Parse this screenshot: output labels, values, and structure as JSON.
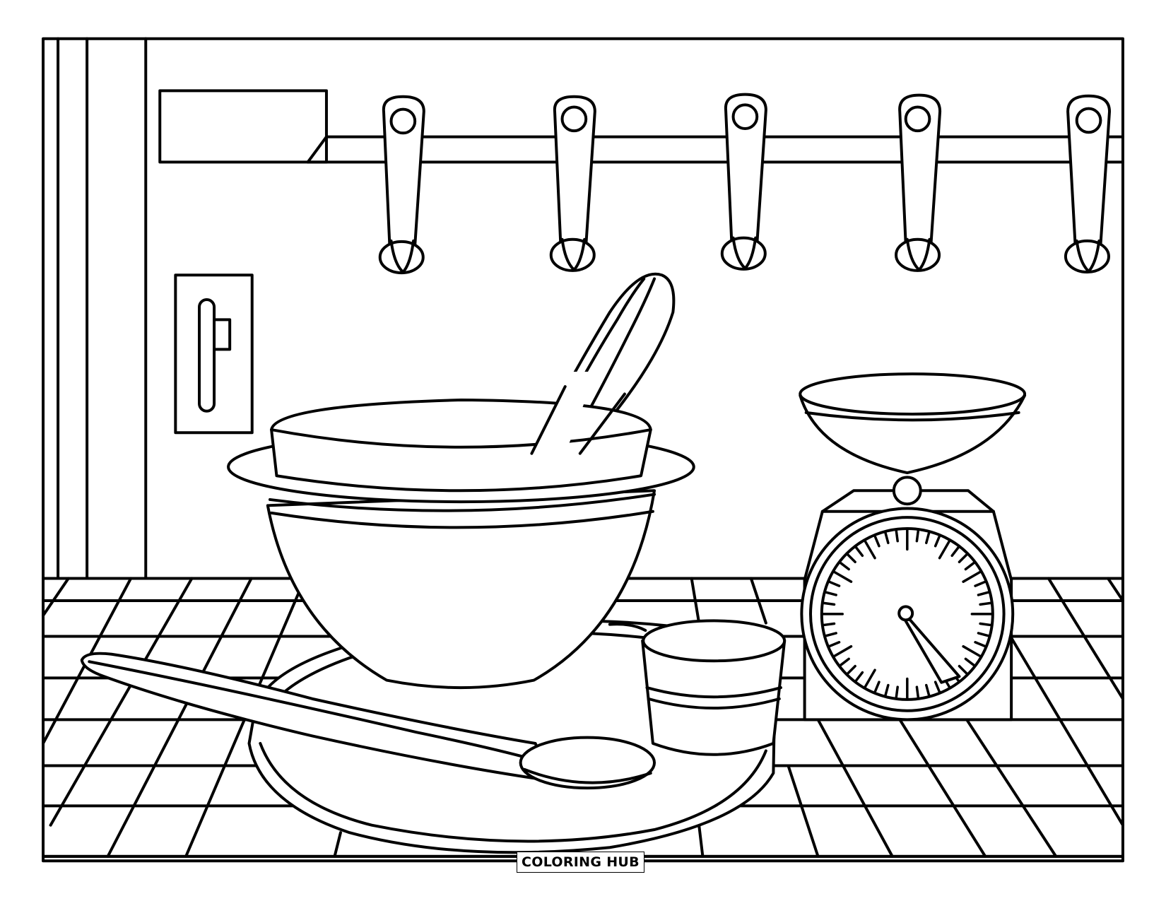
{
  "page": {
    "type": "coloring-page",
    "subject": "kitchen baking scene",
    "line_color": "#000000",
    "background_color": "#ffffff"
  },
  "watermark": {
    "text": "COLORING HUB"
  },
  "scene": {
    "elements": [
      "picture-frame-border",
      "wall-panel-stripes",
      "wall-shelf",
      "hanging-rail",
      "hanging-measuring-spoons",
      "wall-light-switch",
      "mixing-bowl",
      "wooden-spatula",
      "tray",
      "wooden-spoon",
      "measuring-cup",
      "kitchen-scale",
      "scale-dial",
      "tiled-floor"
    ],
    "hanging_spoon_count": 5,
    "scale_dial": {
      "major_tick_count": 12,
      "needle_angle_deg": 145
    }
  }
}
